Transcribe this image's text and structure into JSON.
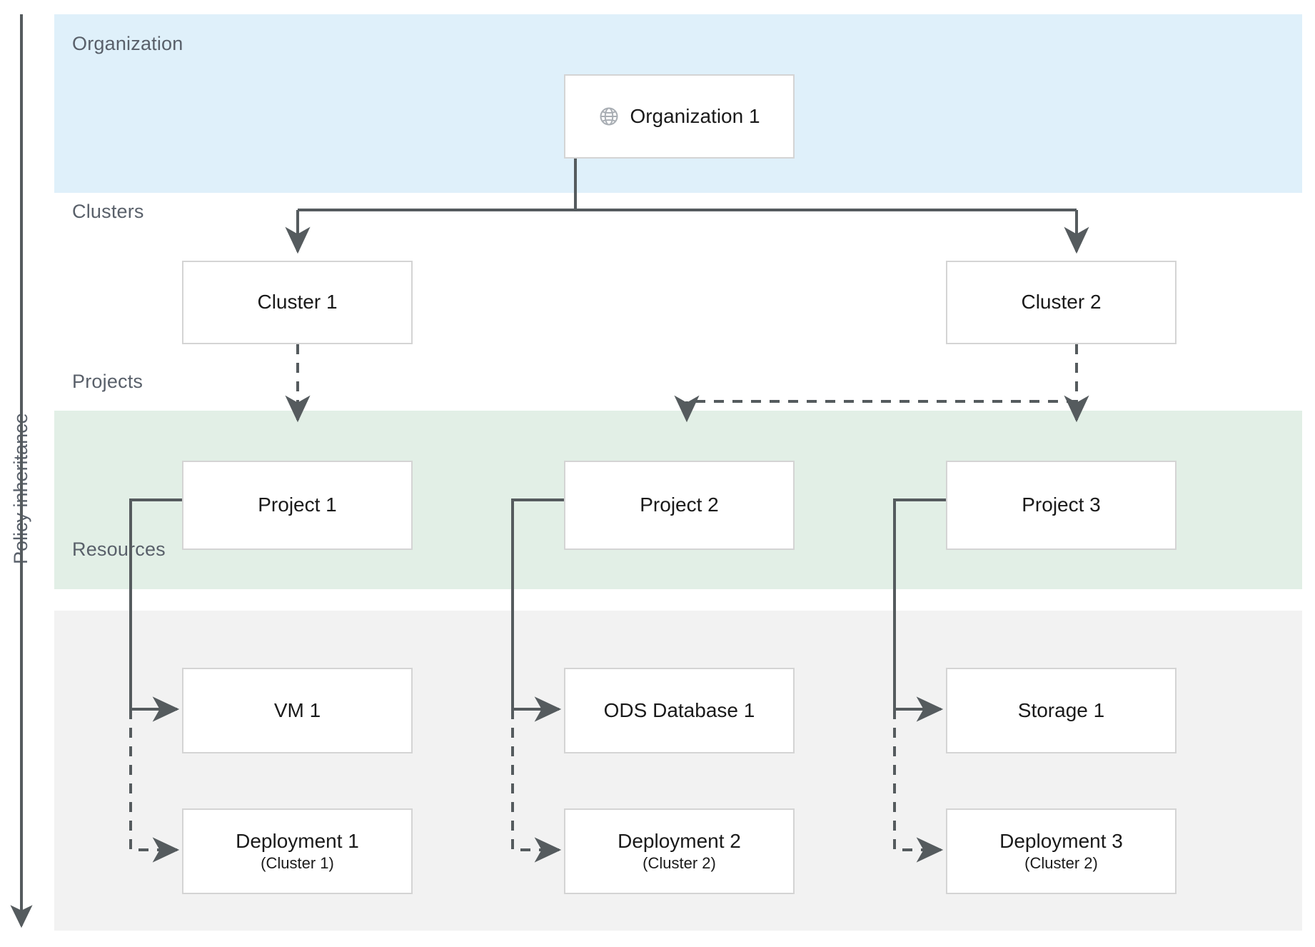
{
  "diagram": {
    "axis": {
      "label": "Policy inheritance",
      "direction": "down"
    },
    "bands": [
      {
        "key": "organization",
        "label": "Organization",
        "color": "#dff0fa"
      },
      {
        "key": "clusters",
        "label": "Clusters",
        "color": "#ffffff"
      },
      {
        "key": "projects",
        "label": "Projects",
        "color": "#e2efe6"
      },
      {
        "key": "resources",
        "label": "Resources",
        "color": "#f2f2f2"
      }
    ],
    "nodes": {
      "organization": {
        "label": "Organization 1",
        "icon": "globe-icon"
      },
      "cluster_1": {
        "label": "Cluster 1"
      },
      "cluster_2": {
        "label": "Cluster 2"
      },
      "project_1": {
        "label": "Project 1"
      },
      "project_2": {
        "label": "Project 2"
      },
      "project_3": {
        "label": "Project 3"
      },
      "vm_1": {
        "label": "VM 1"
      },
      "ods_database_1": {
        "label": "ODS Database 1"
      },
      "storage_1": {
        "label": "Storage 1"
      },
      "deployment_1": {
        "label": "Deployment 1",
        "sublabel": "(Cluster 1)"
      },
      "deployment_2": {
        "label": "Deployment 2",
        "sublabel": "(Cluster 2)"
      },
      "deployment_3": {
        "label": "Deployment 3",
        "sublabel": "(Cluster 2)"
      }
    },
    "colors": {
      "organization_band": "#dff0fa",
      "projects_band": "#e2efe6",
      "resources_band": "#f2f2f2",
      "node_border": "#d4d4d4",
      "node_fill": "#ffffff",
      "connector": "#555b5e",
      "band_label_text": "#59606a",
      "node_text": "#1a1a1a"
    },
    "edges": [
      {
        "from": "organization",
        "to": "cluster_1",
        "style": "solid"
      },
      {
        "from": "organization",
        "to": "cluster_2",
        "style": "solid"
      },
      {
        "from": "cluster_1",
        "to": "project_1",
        "style": "dashed"
      },
      {
        "from": "cluster_2",
        "to": "project_2",
        "style": "dashed"
      },
      {
        "from": "cluster_2",
        "to": "project_3",
        "style": "dashed"
      },
      {
        "from": "project_1",
        "to": "vm_1",
        "style": "solid"
      },
      {
        "from": "project_1",
        "to": "deployment_1",
        "style": "dashed"
      },
      {
        "from": "project_2",
        "to": "ods_database_1",
        "style": "solid"
      },
      {
        "from": "project_2",
        "to": "deployment_2",
        "style": "dashed"
      },
      {
        "from": "project_3",
        "to": "storage_1",
        "style": "solid"
      },
      {
        "from": "project_3",
        "to": "deployment_3",
        "style": "dashed"
      }
    ]
  }
}
